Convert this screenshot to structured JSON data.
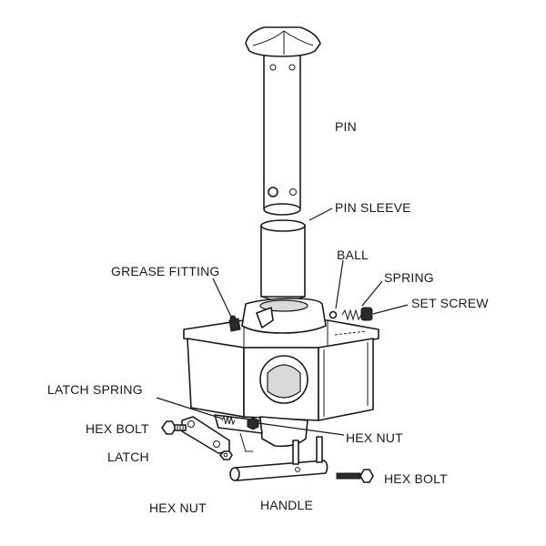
{
  "labels": {
    "pin": "PIN",
    "pin_sleeve": "PIN SLEEVE",
    "ball": "BALL",
    "spring": "SPRING",
    "set_screw": "SET SCREW",
    "grease_fitting": "GREASE FITTING",
    "latch_spring": "LATCH SPRING",
    "hex_bolt_left": "HEX BOLT",
    "latch": "LATCH",
    "hex_nut_right": "HEX NUT",
    "hex_nut_bottom": "HEX NUT",
    "handle": "HANDLE",
    "hex_bolt_right": "HEX BOLT"
  }
}
